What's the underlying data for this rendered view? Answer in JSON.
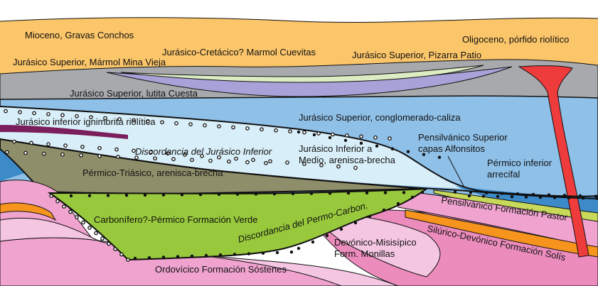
{
  "labels": {
    "mioceno": "Mioceno, Gravas Conchos",
    "jur_cret": "Jurásico-Cretácico? Marmol Cuevitas",
    "jur_sup_pizarra": "Jurásico Superior, Pizarra Patio",
    "oligoceno": "Oligoceno, pórfido riolítico",
    "jur_sup_marmol": "Jurásico Superior, Mármol Mina Vieja",
    "jur_sup_lutita": "Jurásico Superior, lutita Cuesta",
    "jur_sup_conglom": "Jurásico Superior, conglomerado-caliza",
    "jur_inf_ignimbrita": "Jurásico inferior ignimbrita riolítica",
    "disc_jur_inf": "Discordancia del Jurásico Inferior",
    "jur_inf_medio_1": "Jurásico Inferior a",
    "jur_inf_medio_2": "Medio, arenisca-brecha",
    "pensil_sup_1": "Pensilvánico Superior",
    "pensil_sup_2": "capas Alfonsitos",
    "permico_inf_1": "Pérmico inferior",
    "permico_inf_2": "arrecifal",
    "perm_trias": "Pérmico-Triásico, arenisca-brecha",
    "carbonifero": "Carbonífero?-Pérmico Formación Verde",
    "disc_permo": "Discordancia del Permo-Carbon.",
    "pensil_pastor": "Pensilvánico Formación Pastor",
    "devonico_1": "Devónico-Misisípico",
    "devonico_2": "Form. Monillas",
    "silurico": "Silúrico-Devónico Formación Solís",
    "ordovicico": "Ordovícico Formación Sóstenes"
  },
  "colors": {
    "mioceno": "#fbc56a",
    "gray": "#a7a9ac",
    "lavender": "#a9a2d8",
    "palegreen": "#dcedc4",
    "blue": "#8fc0e8",
    "lightblue": "#d8eef8",
    "olive": "#8f8e6a",
    "green": "#98c93c",
    "pink": "#f0a3cf",
    "lightpink": "#f5c6e2",
    "magenta": "#ec8cbd",
    "orange": "#f7941d",
    "yellowgreen": "#c8d85a",
    "darkblue": "#3d8ac9",
    "red": "#ee3b3b",
    "purple": "#7a1f5c"
  }
}
